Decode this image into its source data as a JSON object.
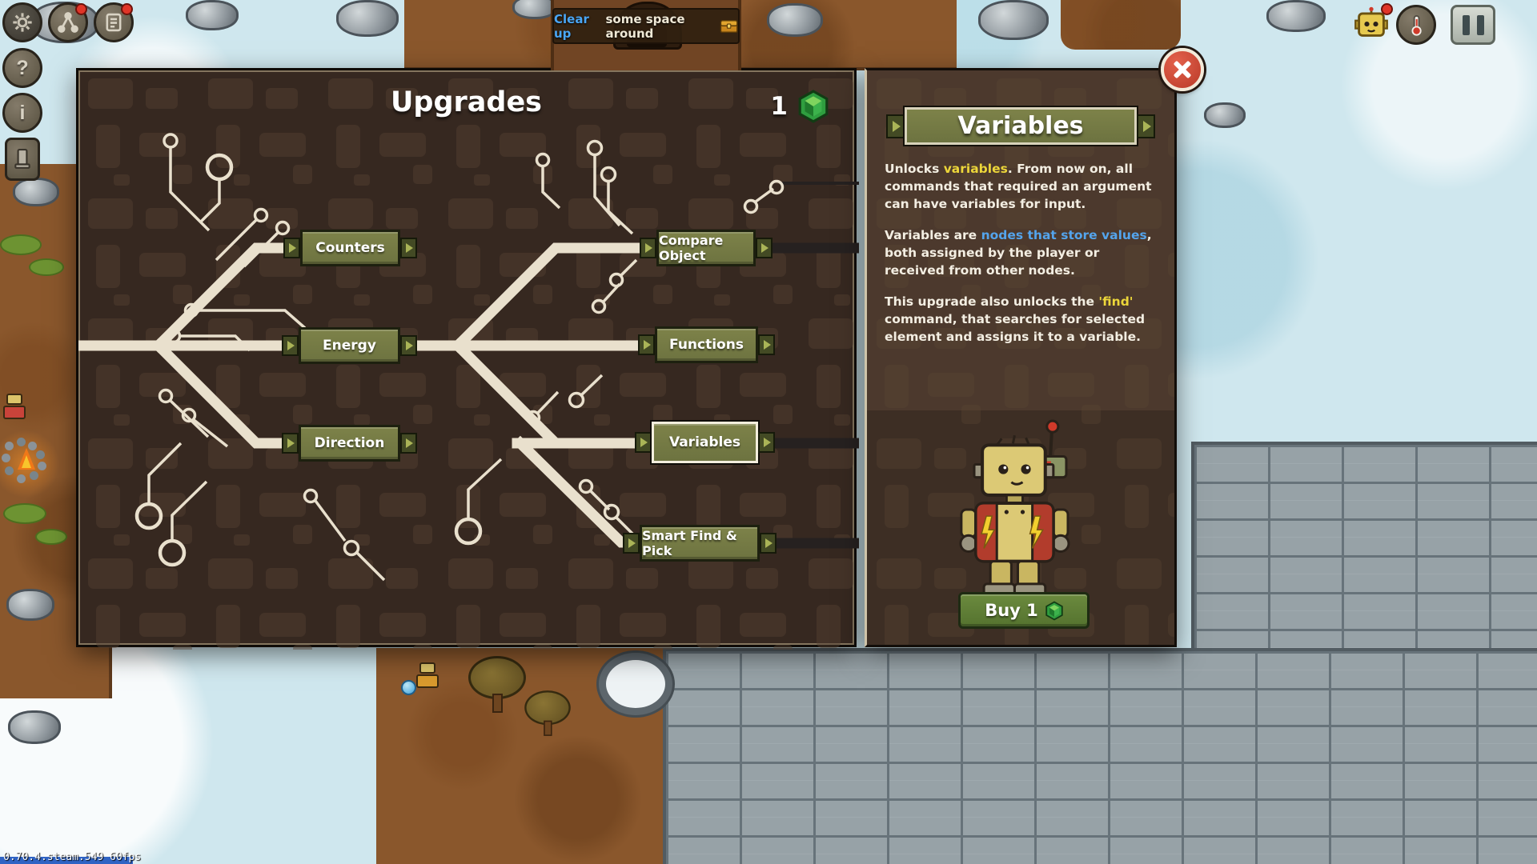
{
  "version_text": "0.70.4.steam.549 60fps",
  "hud": {
    "banner": {
      "action": "Clear up",
      "message": "some space around"
    },
    "icons": {
      "help": "?",
      "info": "i"
    }
  },
  "upgrades_panel": {
    "title": "Upgrades",
    "gem_count": "1",
    "nodes": [
      {
        "label": "Counters"
      },
      {
        "label": "Energy"
      },
      {
        "label": "Direction"
      },
      {
        "label": "Compare Object"
      },
      {
        "label": "Functions"
      },
      {
        "label": "Variables",
        "selected": true
      },
      {
        "label": "Smart Find & Pick"
      }
    ]
  },
  "detail_panel": {
    "title": "Variables",
    "paragraphs": [
      [
        {
          "text": "Unlocks "
        },
        {
          "text": "variables",
          "c": "hl-yellow"
        },
        {
          "text": ". From now on, all commands that required an argument can have variables for input."
        }
      ],
      [
        {
          "text": "Variables are "
        },
        {
          "text": "nodes that store values",
          "c": "hl-blue"
        },
        {
          "text": ", both assigned by the player or received from other nodes."
        }
      ],
      [
        {
          "text": "This upgrade also unlocks the "
        },
        {
          "text": "'find'",
          "c": "hl-yellow"
        },
        {
          "text": " command, that searches for selected element and assigns it to a variable."
        }
      ]
    ],
    "buy_label": "Buy 1"
  },
  "colors": {
    "node_green": "#767b44",
    "trace_cream": "#e9e0cd",
    "highlight_yellow": "#ecd63a",
    "highlight_blue": "#54a4ec",
    "buy_green": "#5e7c35",
    "gem_green": "#2f9e3f",
    "close_red": "#cc4a38"
  }
}
